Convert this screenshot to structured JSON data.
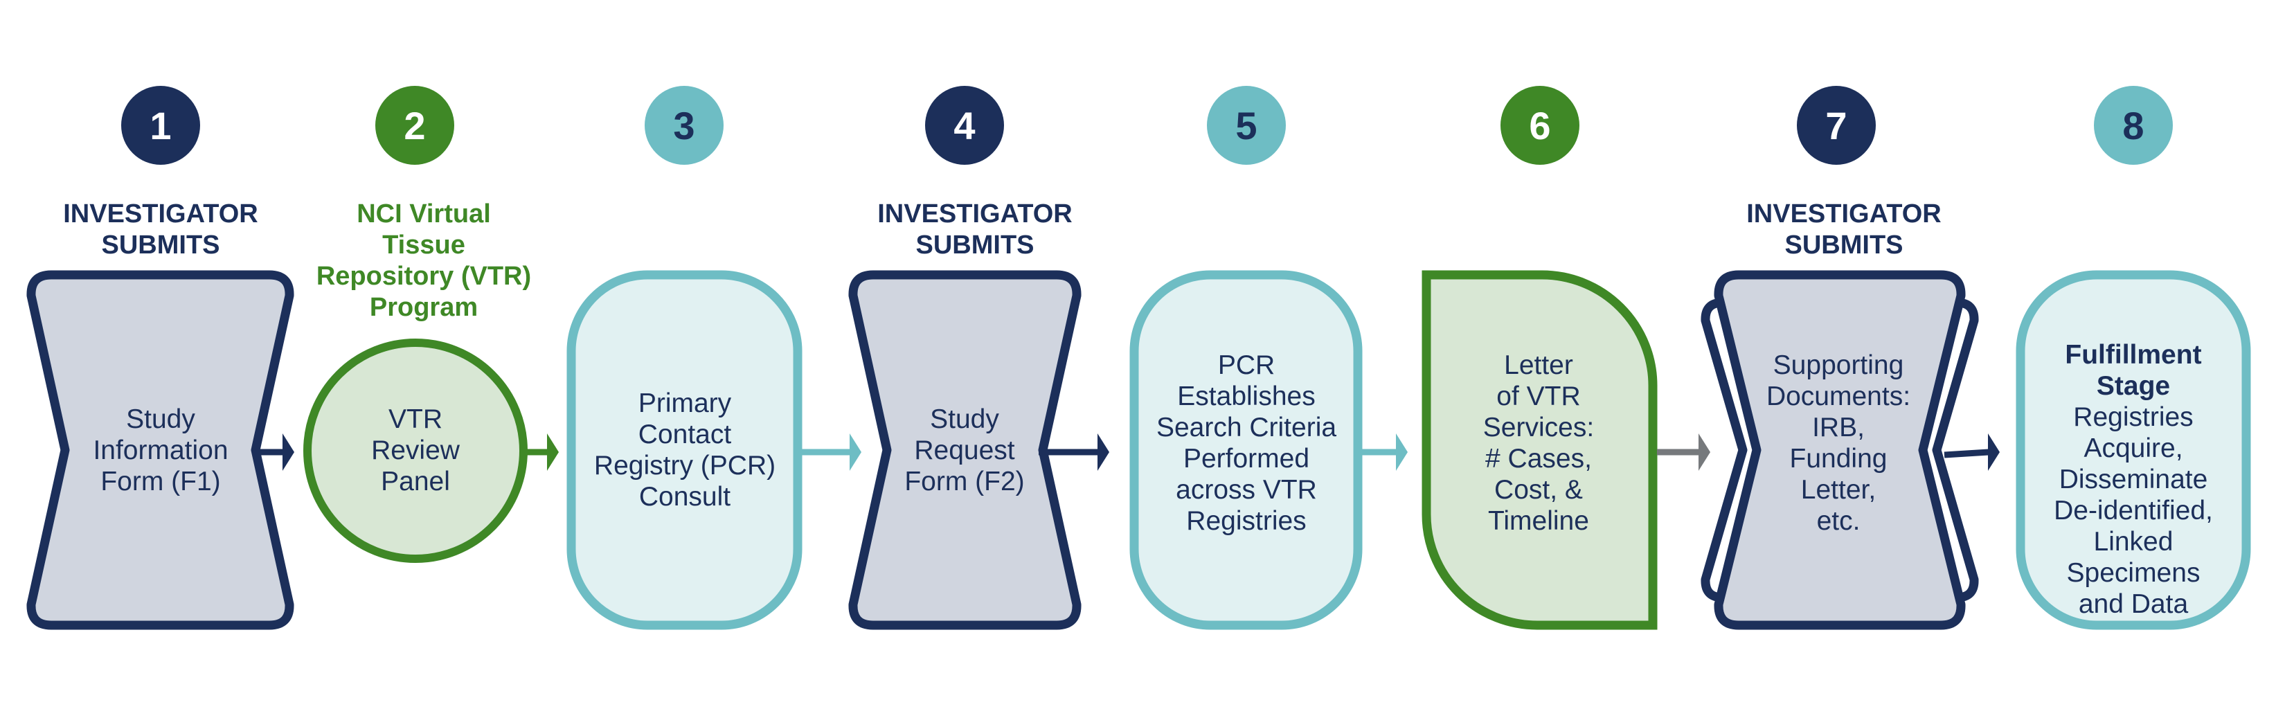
{
  "colors": {
    "navy": "#1C2F5A",
    "green": "#3F8826",
    "teal": "#6EBDC4",
    "navy_fill": "#D0D5DF",
    "green_fill": "#D8E7D4",
    "teal_fill": "#E1F1F2",
    "grey_arrow": "#76797C",
    "white": "#FFFFFF"
  },
  "steps": [
    {
      "number": "1",
      "badge_color": "navy",
      "number_color": "white",
      "heading": "INVESTIGATOR\nSUBMITS",
      "heading_color": "navy",
      "shape": "hourglass",
      "text": "Study\nInformation\nForm (F1)"
    },
    {
      "number": "2",
      "badge_color": "green",
      "number_color": "white",
      "heading": "NCI Virtual\nTissue\nRepository (VTR)\nProgram",
      "heading_color": "green",
      "shape": "circle",
      "text": "VTR\nReview\nPanel"
    },
    {
      "number": "3",
      "badge_color": "teal",
      "number_color": "navy",
      "heading": "",
      "shape": "pill",
      "text": "Primary\nContact\nRegistry (PCR)\nConsult"
    },
    {
      "number": "4",
      "badge_color": "navy",
      "number_color": "white",
      "heading": "INVESTIGATOR\nSUBMITS",
      "heading_color": "navy",
      "shape": "hourglass",
      "text": "Study\nRequest\nForm (F2)"
    },
    {
      "number": "5",
      "badge_color": "teal",
      "number_color": "navy",
      "heading": "",
      "shape": "pill",
      "text": "PCR\nEstablishes\nSearch Criteria\nPerformed\nacross VTR\nRegistries"
    },
    {
      "number": "6",
      "badge_color": "green",
      "number_color": "white",
      "heading": "",
      "shape": "leaf",
      "text": "Letter\nof VTR\nServices:\n# Cases,\nCost, &\nTimeline"
    },
    {
      "number": "7",
      "badge_color": "navy",
      "number_color": "white",
      "heading": "INVESTIGATOR\nSUBMITS",
      "heading_color": "navy",
      "shape": "multi-hourglass",
      "text": "Supporting\nDocuments:\nIRB,\nFunding\nLetter,\netc."
    },
    {
      "number": "8",
      "badge_color": "teal",
      "number_color": "navy",
      "heading": "",
      "shape": "pill",
      "title": "Fulfillment\nStage",
      "text": "Registries\nAcquire,\nDisseminate\nDe-identified,\nLinked\nSpecimens\nand Data"
    }
  ],
  "connectors": [
    {
      "from": "1",
      "to": "2",
      "color": "navy"
    },
    {
      "from": "2",
      "to": "3",
      "color": "green"
    },
    {
      "from": "3",
      "to": "4",
      "color": "teal"
    },
    {
      "from": "4",
      "to": "5",
      "color": "navy"
    },
    {
      "from": "5",
      "to": "6",
      "color": "teal"
    },
    {
      "from": "6",
      "to": "7",
      "color": "grey_arrow"
    },
    {
      "from": "7",
      "to": "8",
      "color": "navy"
    }
  ]
}
